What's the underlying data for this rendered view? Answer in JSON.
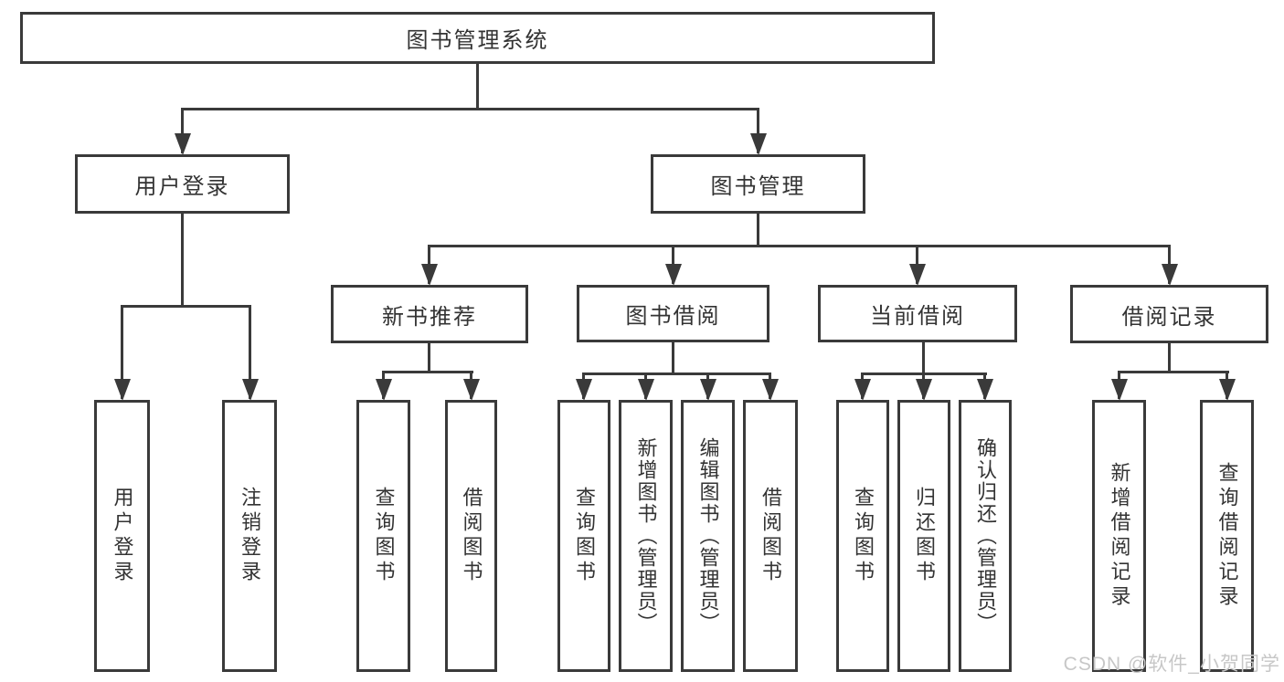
{
  "diagram": {
    "title": "图书管理系统",
    "type": "tree",
    "hierarchy": {
      "label": "图书管理系统",
      "children": [
        {
          "label": "用户登录",
          "children": [
            {
              "label": "用户登录"
            },
            {
              "label": "注销登录"
            }
          ]
        },
        {
          "label": "图书管理",
          "children": [
            {
              "label": "新书推荐",
              "children": [
                {
                  "label": "查询图书"
                },
                {
                  "label": "借阅图书"
                }
              ]
            },
            {
              "label": "图书借阅",
              "children": [
                {
                  "label": "查询图书"
                },
                {
                  "label": "新增图书（管理员）"
                },
                {
                  "label": "编辑图书（管理员）"
                },
                {
                  "label": "借阅图书"
                }
              ]
            },
            {
              "label": "当前借阅",
              "children": [
                {
                  "label": "查询图书"
                },
                {
                  "label": "归还图书"
                },
                {
                  "label": "确认归还（管理员）"
                }
              ]
            },
            {
              "label": "借阅记录",
              "children": [
                {
                  "label": "新增借阅记录"
                },
                {
                  "label": "查询借阅记录"
                }
              ]
            }
          ]
        }
      ]
    }
  },
  "nodes": {
    "root": {
      "label": "图书管理系统"
    },
    "user_login": {
      "label": "用户登录"
    },
    "book_mgmt": {
      "label": "图书管理"
    },
    "leaf_user_login": {
      "label": "用户登录"
    },
    "leaf_logout": {
      "label": "注销登录"
    },
    "new_book_rec": {
      "label": "新书推荐"
    },
    "book_borrow": {
      "label": "图书借阅"
    },
    "current_borrow": {
      "label": "当前借阅"
    },
    "borrow_record": {
      "label": "借阅记录"
    },
    "nbr_query": {
      "label": "查询图书"
    },
    "nbr_borrow": {
      "label": "借阅图书"
    },
    "bb_query": {
      "label": "查询图书"
    },
    "bb_add": {
      "label": "新增图书（管理员）"
    },
    "bb_edit": {
      "label": "编辑图书（管理员）"
    },
    "bb_borrow": {
      "label": "借阅图书"
    },
    "cb_query": {
      "label": "查询图书"
    },
    "cb_return": {
      "label": "归还图书"
    },
    "cb_confirm": {
      "label": "确认归还（管理员）"
    },
    "br_add": {
      "label": "新增借阅记录"
    },
    "br_query": {
      "label": "查询借阅记录"
    }
  },
  "watermark": {
    "text": "CSDN @软件_小贺同学"
  },
  "colors": {
    "line": "#3a3a3a",
    "box_border": "#3a3a3a",
    "text": "#333333",
    "watermark": "#c7c7c7",
    "background": "#ffffff"
  }
}
